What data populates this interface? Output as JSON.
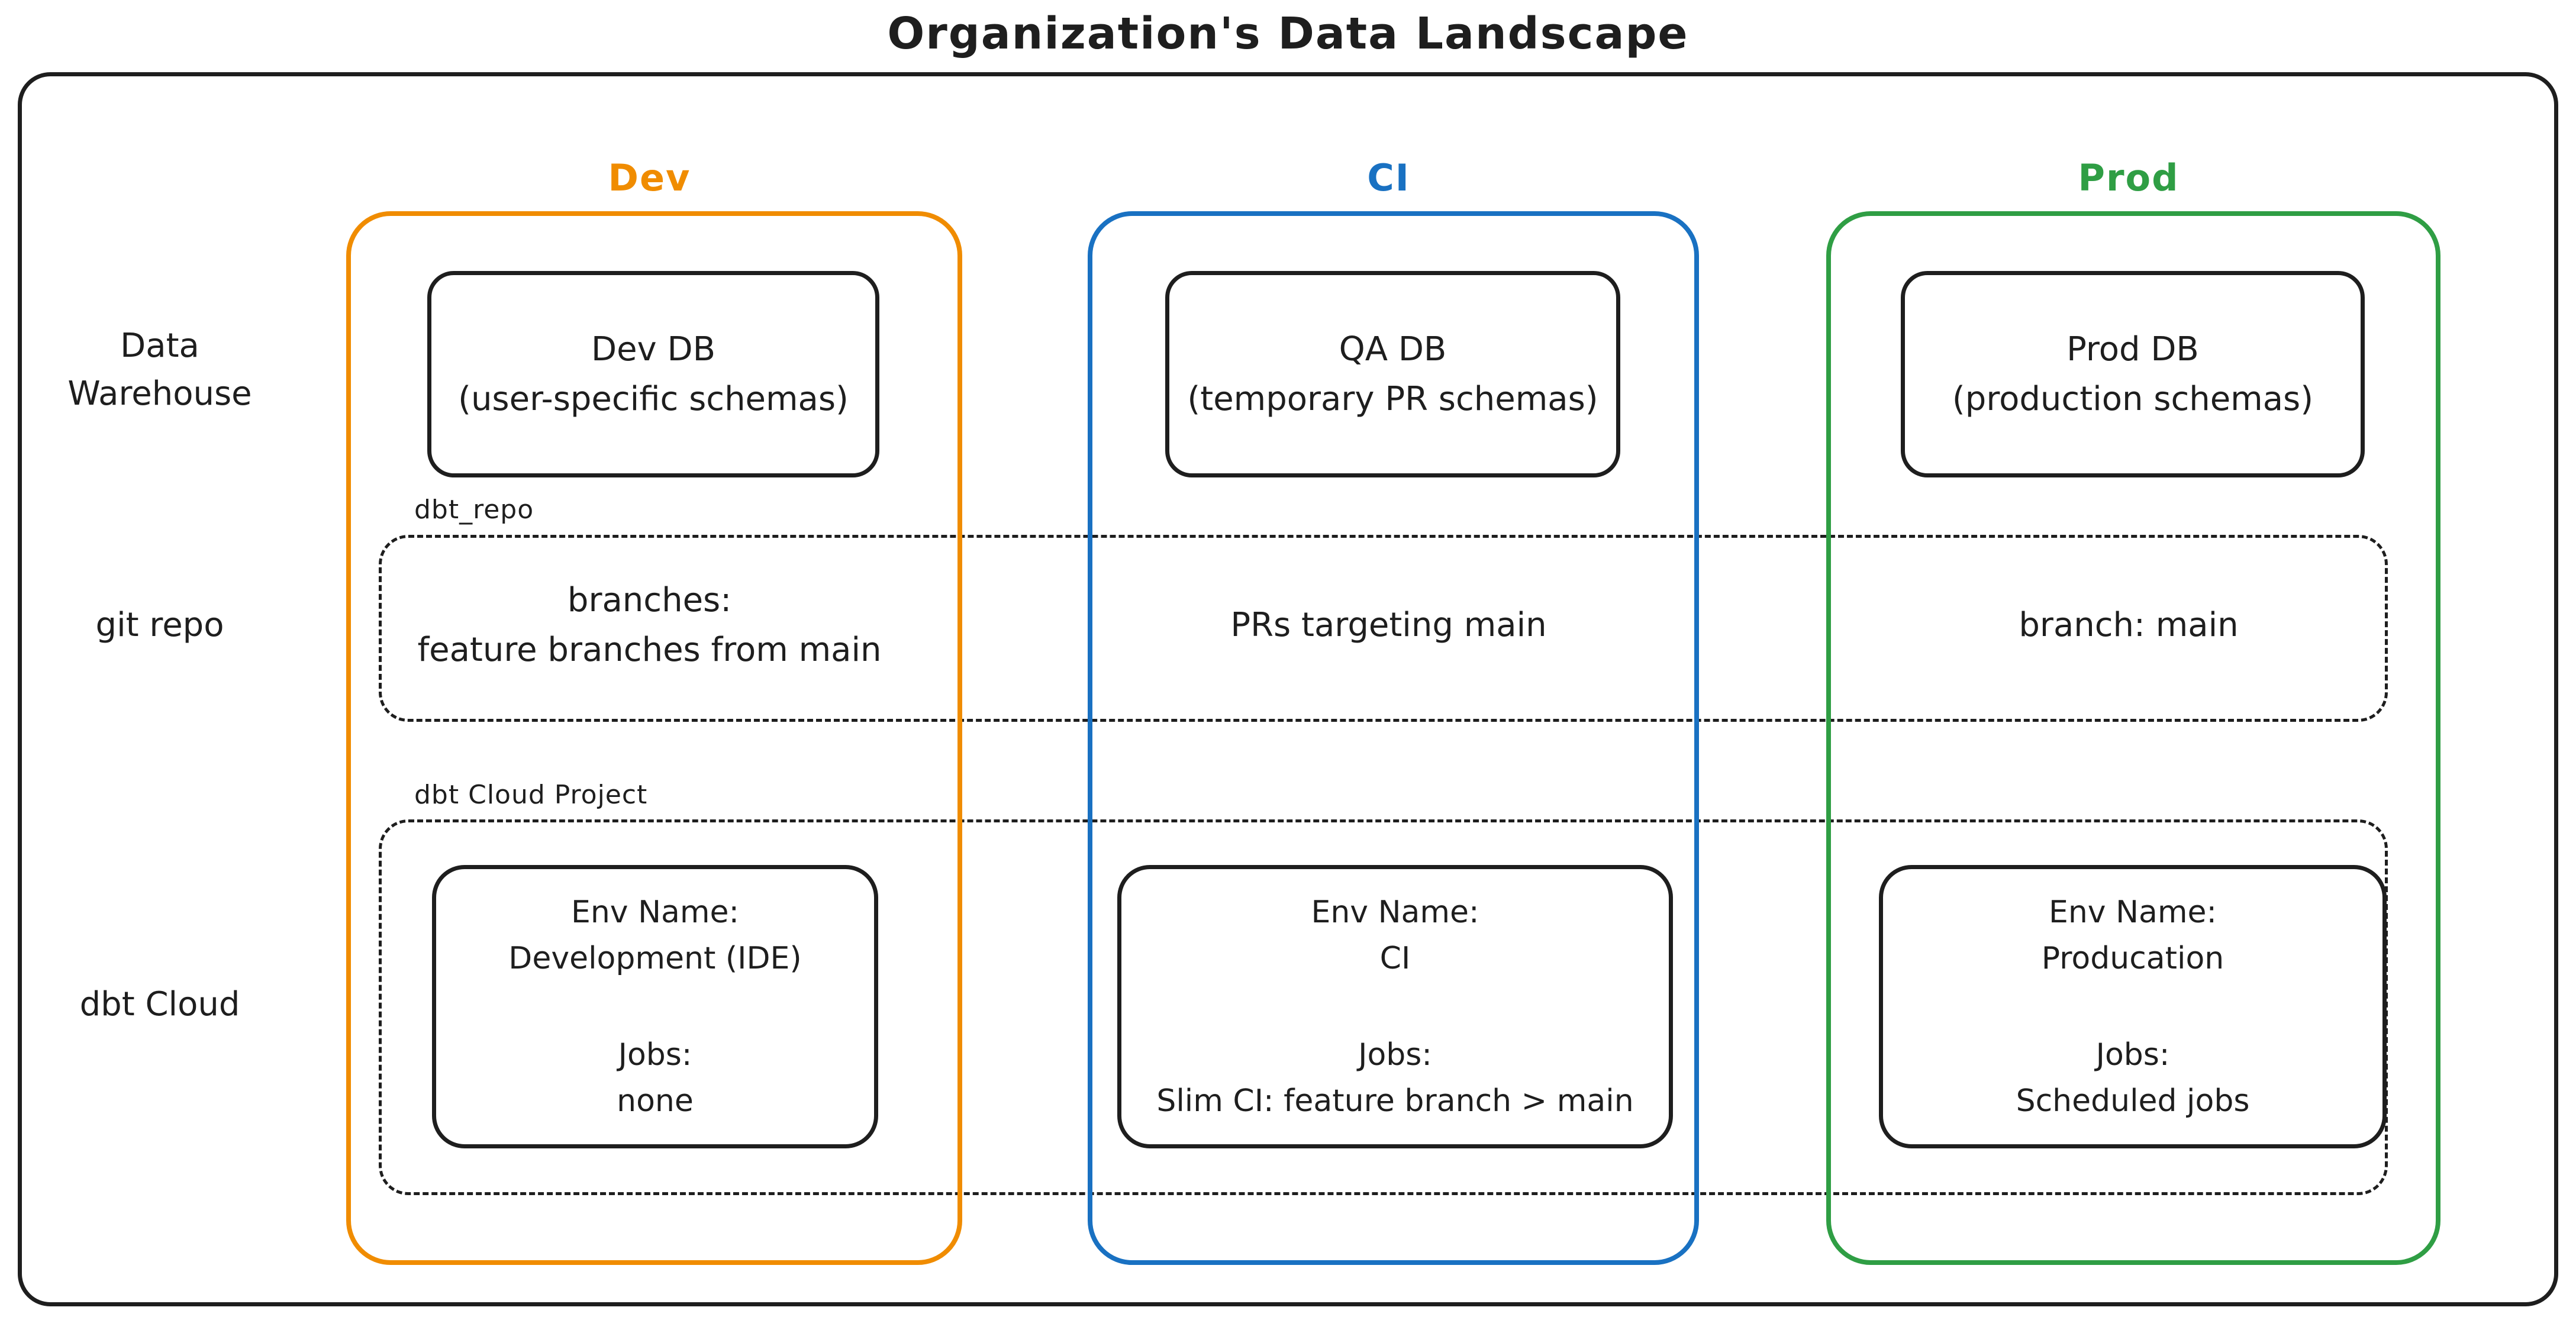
{
  "title": "Organization's Data Landscape",
  "row_labels": {
    "warehouse_line1": "Data",
    "warehouse_line2": "Warehouse",
    "git": "git repo",
    "dbt": "dbt Cloud"
  },
  "group_labels": {
    "git_repo_box": "dbt_repo",
    "dbt_project_box": "dbt Cloud Project"
  },
  "colors": {
    "dev": "#f08c00",
    "ci": "#1971c2",
    "prod": "#2f9e44",
    "ink": "#1e1e1e"
  },
  "columns": [
    {
      "label": "Dev",
      "db_line1": "Dev DB",
      "db_line2": "(user-specific schemas)",
      "git_line1": "branches:",
      "git_line2": "feature branches from main",
      "env_name_label": "Env Name:",
      "env_name": "Development (IDE)",
      "jobs_label": "Jobs:",
      "jobs": "none"
    },
    {
      "label": "CI",
      "db_line1": "QA DB",
      "db_line2": "(temporary PR schemas)",
      "git_line1": "PRs targeting main",
      "git_line2": "",
      "env_name_label": "Env Name:",
      "env_name": "CI",
      "jobs_label": "Jobs:",
      "jobs": "Slim CI: feature branch > main"
    },
    {
      "label": "Prod",
      "db_line1": "Prod DB",
      "db_line2": "(production schemas)",
      "git_line1": "branch: main",
      "git_line2": "",
      "env_name_label": "Env Name:",
      "env_name": "Producation",
      "jobs_label": "Jobs:",
      "jobs": "Scheduled jobs"
    }
  ]
}
